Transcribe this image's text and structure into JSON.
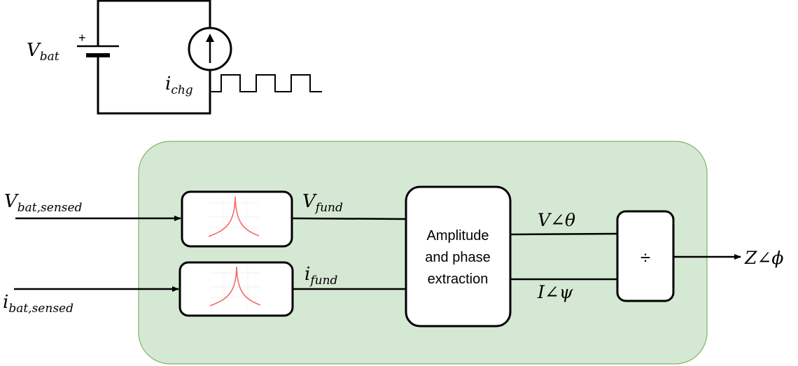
{
  "circuit": {
    "battery_label": {
      "main": "V",
      "sub": "bat"
    },
    "plus_sign": "+",
    "source_label": {
      "main": "i",
      "sub": "chg"
    }
  },
  "system": {
    "fill_color": "#d5e8d4",
    "border_color": "#82b366",
    "input_voltage": {
      "main": "V",
      "sub": "bat,sensed"
    },
    "input_current": {
      "main": "i",
      "sub": "bat,sensed"
    },
    "filter_voltage_out": {
      "main": "V",
      "sub": "fund"
    },
    "filter_current_out": {
      "main": "i",
      "sub": "fund"
    },
    "extraction_block": {
      "lines": [
        "Amplitude",
        "and phase",
        "extraction"
      ]
    },
    "voltage_phasor": "V∠θ",
    "current_phasor": "I∠ψ",
    "divide_symbol": "÷",
    "output": "Z∠ϕ",
    "filter_color": "#f36b6b"
  }
}
